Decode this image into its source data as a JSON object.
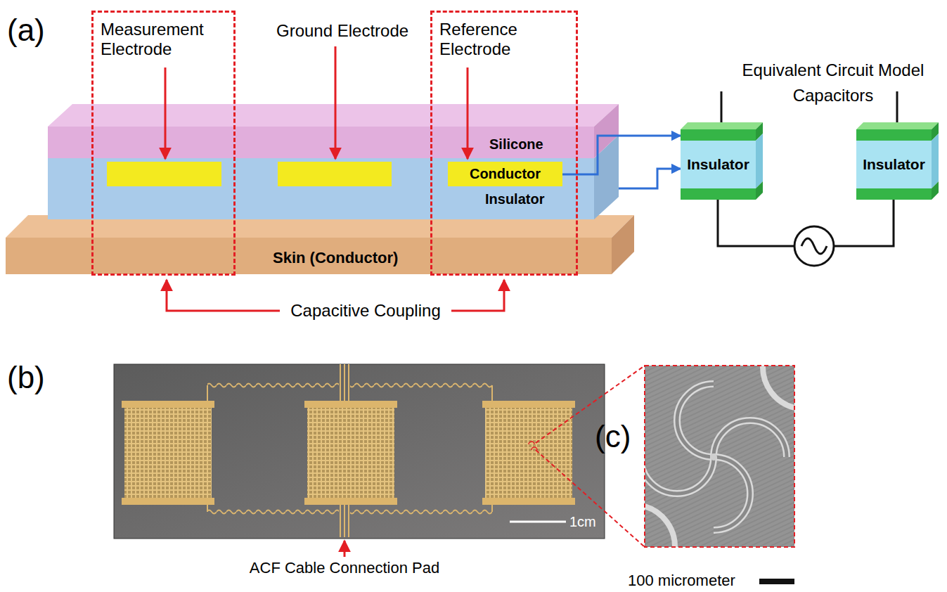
{
  "diagram": {
    "nodes": [
      {
        "text": [
          "Measurement Electrode"
        ]
      },
      {
        "text": [
          "Reference Electrode"
        ]
      },
      {
        "text": [
          "Silicone"
        ]
      },
      {
        "text": [
          "Insulator"
        ]
      },
      {
        "text": [
          "Conductor"
        ],
        "in": 3
      },
      {
        "text": [
          "Skin (Conductor)"
        ]
      },
      {
        "text": [
          "Insulator"
        ]
      },
      {
        "text": [
          "Insulator"
        ]
      }
    ],
    "edges": [
      {
        "from": 4,
        "to": 6,
        "arrow": "to"
      },
      {
        "from": 3,
        "to": 6,
        "arrow": "to"
      }
    ],
    "labels": [
      "(a)",
      "Ground Electrode",
      "Equivalent Circuit Model",
      "Capacitors",
      "Capacitive Coupling",
      "(b)",
      "1cm",
      "ACF Cable Connection Pad",
      "(c)",
      "100 micrometer"
    ]
  }
}
